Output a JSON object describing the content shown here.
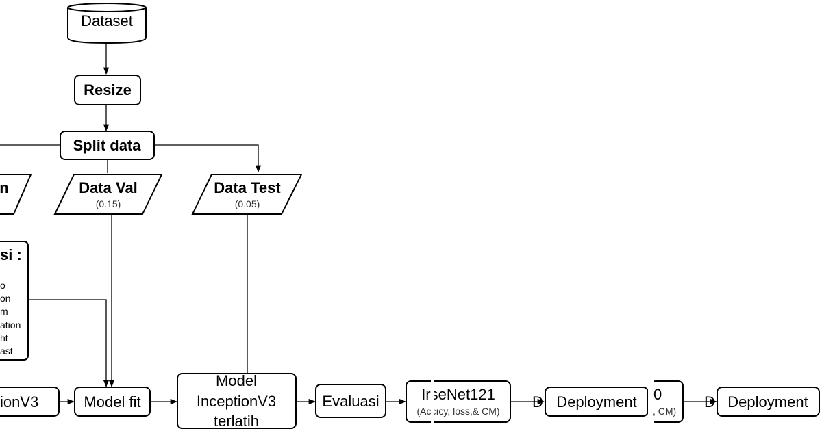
{
  "nodes": {
    "dataset": "Dataset",
    "resize": "Resize",
    "split": "Split data",
    "train": "n",
    "val": "Data Val",
    "val_ratio": "(0.15)",
    "test": "Data Test",
    "test_ratio": "(0.05)",
    "aug_title": "si :",
    "aug_items": [
      "o",
      "on",
      "m",
      "ation",
      "ht",
      "ast"
    ],
    "base_model": "ionV3",
    "model_fit": "Model fit",
    "trained": [
      "Model",
      "InceptionV3",
      "terlatih"
    ],
    "evaluasi": "Evaluasi",
    "densenet_title": "IrseNet121",
    "densenet_metrics": "(Accıcy, loss,& CM)",
    "deploy1": "Deployment",
    "partial_title": "0",
    "partial_metrics": ", CM)",
    "deploy2": "Deployment",
    "ghost1": "D",
    "ghost2": "D"
  }
}
